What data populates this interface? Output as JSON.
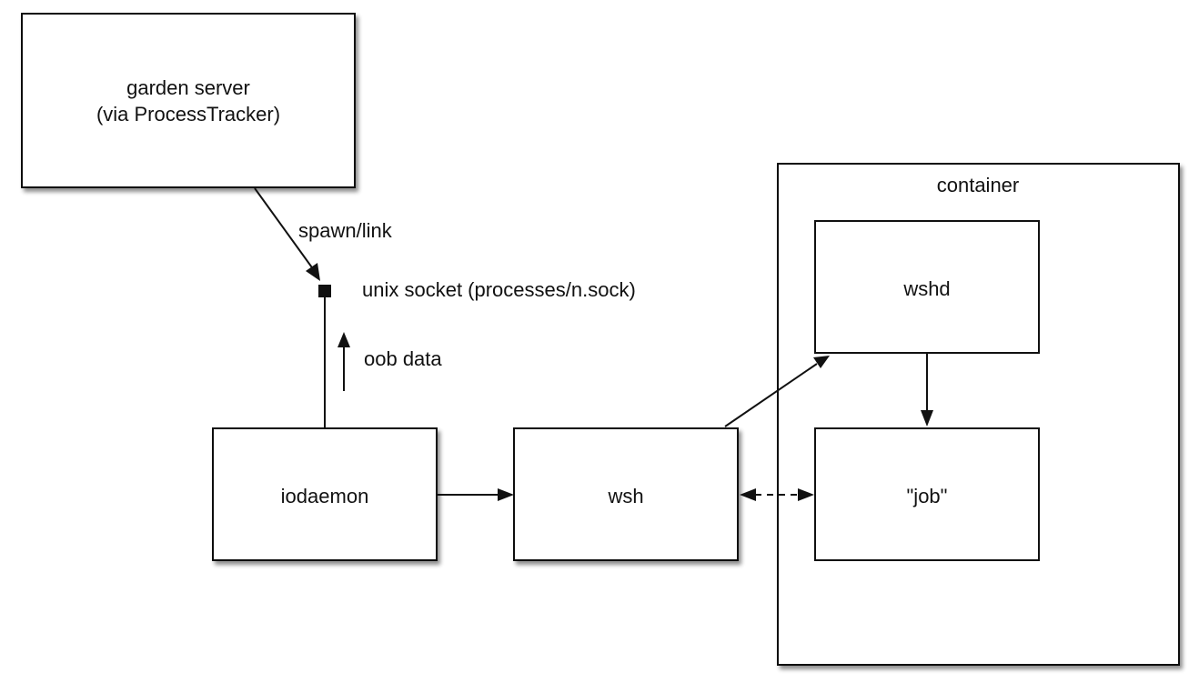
{
  "diagram": {
    "nodes": {
      "garden_server": {
        "line1": "garden server",
        "line2": "(via ProcessTracker)"
      },
      "container": {
        "label": "container"
      },
      "wshd": {
        "label": "wshd"
      },
      "iodaemon": {
        "label": "iodaemon"
      },
      "wsh": {
        "label": "wsh"
      },
      "job": {
        "label": "\"job\""
      }
    },
    "edge_labels": {
      "spawn_link": "spawn/link",
      "unix_socket": "unix socket (processes/n.sock)",
      "oob_data": "oob data"
    },
    "colors": {
      "stroke": "#111111",
      "fill": "#ffffff",
      "shadow": "#000000"
    }
  }
}
